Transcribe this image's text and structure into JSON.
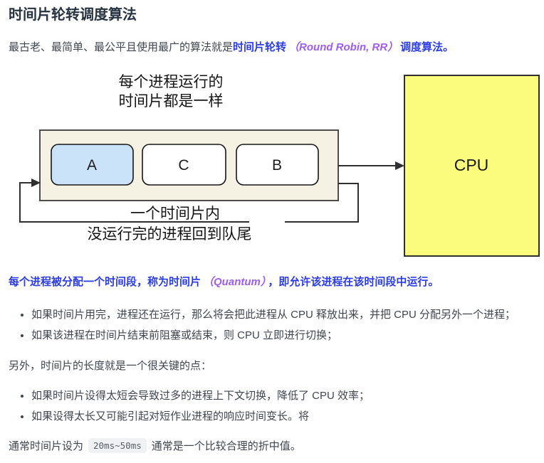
{
  "title": "时间片轮转调度算法",
  "intro": {
    "plain": "最古老、最简单、最公平且使用最广的算法就是",
    "term": "时间片轮转",
    "term_en": "（Round Robin, RR）",
    "suffix": "调度算法。"
  },
  "diagram": {
    "caption_top_line1": "每个进程运行的",
    "caption_top_line2": "时间片都是一样",
    "queue_items": [
      "A",
      "C",
      "B"
    ],
    "cpu_label": "CPU",
    "caption_bottom_line1": "一个时间片内",
    "caption_bottom_line2": "没运行完的进程回到队尾",
    "colors": {
      "queue_fill": "#f6f2e3",
      "active_process_fill": "#cbe3f9",
      "idle_process_fill": "#ffffff",
      "cpu_fill": "#fbfb7d",
      "line": "#2f2f2f"
    }
  },
  "quantum_line": {
    "part1": "每个进程被分配一个时间段，称为时间片",
    "term_en": "（Quantum）",
    "part2": "，即允许该进程在该时间段中运行。"
  },
  "bullets1": [
    "如果时间片用完，进程还在运行，那么将会把此进程从 CPU 释放出来，并把 CPU 分配另外一个进程；",
    "如果该进程在时间片结束前阻塞或结束，则 CPU 立即进行切换；"
  ],
  "middle_line": "另外，时间片的长度就是一个很关键的点：",
  "bullets2": [
    "如果时间片设得太短会导致过多的进程上下文切换，降低了 CPU 效率；",
    "如果设得太长又可能引起对短作业进程的响应时间变长。将"
  ],
  "closing": {
    "prefix": "通常时间片设为",
    "code": "20ms~50ms",
    "suffix": "通常是一个比较合理的折中值。"
  },
  "colors": {
    "accent_blue": "#2b3ce6",
    "accent_purple": "#9f5cf2",
    "body_text": "#3f4650",
    "heading_text": "#273340",
    "code_bg": "#eff1f3"
  }
}
